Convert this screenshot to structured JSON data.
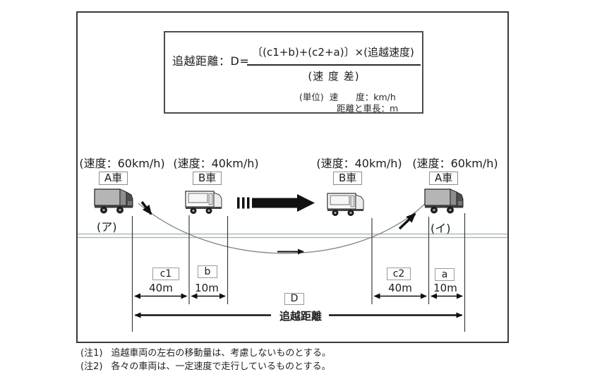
{
  "formula": {
    "lhs": "追越距離：D=",
    "numerator": "〔(c1+b)+(c2+a)〕×(追越速度)",
    "denominator": "(速 度 差)",
    "units_prefix": "(単位)",
    "units_speed": "速　　度：km/h",
    "units_distance": "距離と車長：m"
  },
  "vehicles": [
    {
      "speed": "(速度：60km/h)",
      "name": "A車",
      "marker": "(ア)"
    },
    {
      "speed": "(速度：40km/h)",
      "name": "B車",
      "marker": ""
    },
    {
      "speed": "(速度：40km/h)",
      "name": "B車",
      "marker": ""
    },
    {
      "speed": "(速度：60km/h)",
      "name": "A車",
      "marker": "(イ)"
    }
  ],
  "measurements": [
    {
      "label": "c1",
      "value": "40m"
    },
    {
      "label": "b",
      "value": "10m"
    },
    {
      "label": "c2",
      "value": "40m"
    },
    {
      "label": "a",
      "value": "10m"
    }
  ],
  "total_distance": {
    "label": "D",
    "caption": "追越距離"
  },
  "notes": [
    {
      "tag": "(注1)",
      "text": "追越車両の左右の移動量は、考慮しないものとする。"
    },
    {
      "tag": "(注2)",
      "text": "各々の車両は、一定速度で走行しているものとする。"
    }
  ],
  "icons": {
    "truck_gray": "truck-icon",
    "truck_white": "truck-icon",
    "overtake_arrow": "right-arrow-icon"
  },
  "colors": {
    "frame_border": "#3a3a3a",
    "road_line": "#afbabc",
    "curve": "#8a8a8a",
    "arrow": "#111111",
    "box_border": "#9a9a9a",
    "text": "#1c1c1c"
  }
}
